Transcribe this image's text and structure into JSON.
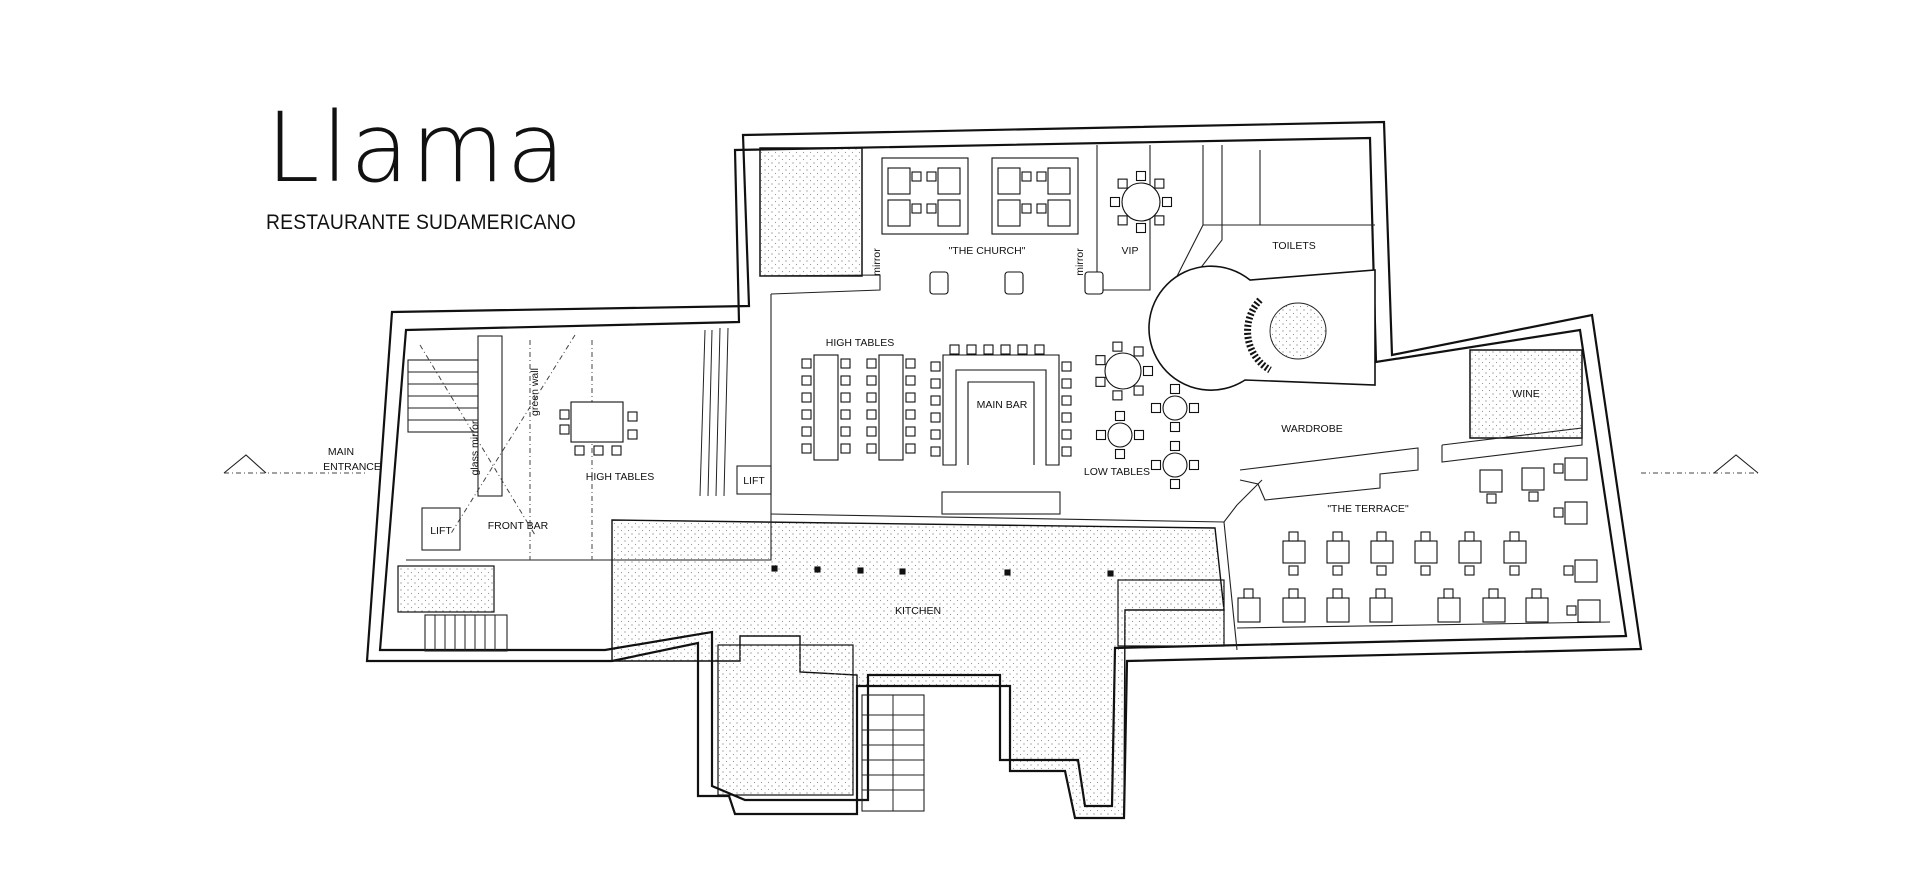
{
  "logo": {
    "word": "Llama",
    "subtitle": "RESTAURANTE SUDAMERICANO"
  },
  "labels": {
    "main_entrance_1": "MAIN",
    "main_entrance_2": "ENTRANCE",
    "high_tables_front": "HIGH TABLES",
    "front_bar": "FRONT BAR",
    "lift_front": "LIFT",
    "lift_back": "LIFT",
    "green_wall": "green wall",
    "glass_mirror": "glass mirror",
    "high_tables_main": "HIGH TABLES",
    "the_church": "\"THE CHURCH\"",
    "mirror_left": "mirror",
    "mirror_right": "mirror",
    "vip": "VIP",
    "toilets": "TOILETS",
    "main_bar": "MAIN BAR",
    "low_tables": "LOW TABLES",
    "wardrobe": "WARDROBE",
    "wine": "WINE",
    "the_terrace": "\"THE TERRACE\"",
    "kitchen": "KITCHEN"
  },
  "colors": {
    "line": "#111111",
    "background": "#ffffff"
  }
}
